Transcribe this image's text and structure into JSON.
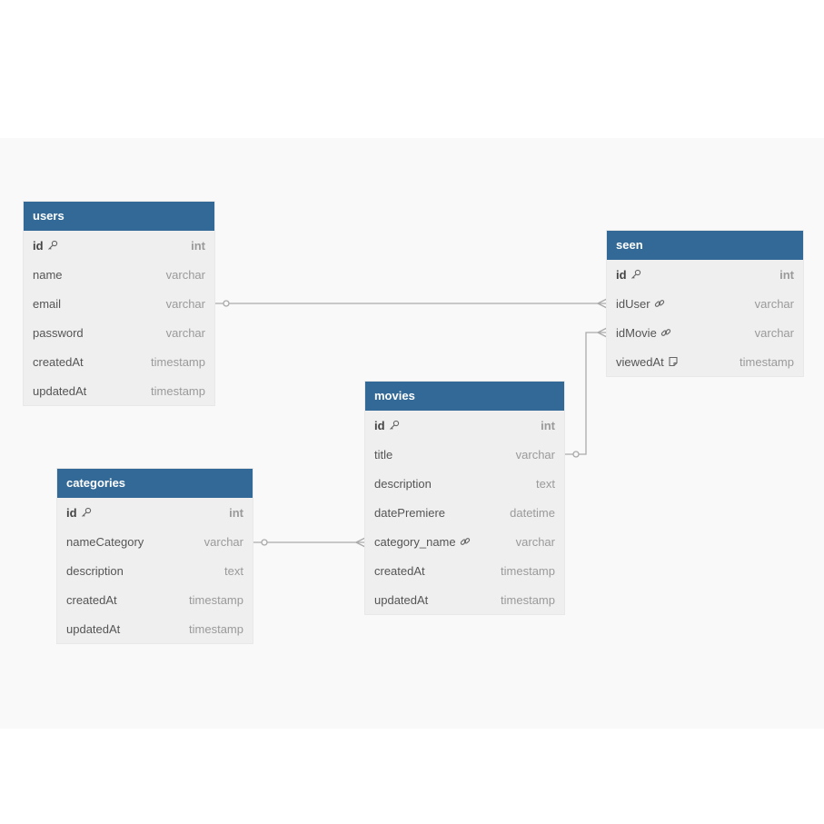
{
  "tables": {
    "users": {
      "title": "users",
      "columns": [
        {
          "name": "id",
          "type": "int",
          "icon": "key-icon"
        },
        {
          "name": "name",
          "type": "varchar"
        },
        {
          "name": "email",
          "type": "varchar"
        },
        {
          "name": "password",
          "type": "varchar"
        },
        {
          "name": "createdAt",
          "type": "timestamp"
        },
        {
          "name": "updatedAt",
          "type": "timestamp"
        }
      ]
    },
    "seen": {
      "title": "seen",
      "columns": [
        {
          "name": "id",
          "type": "int",
          "icon": "key-icon"
        },
        {
          "name": "idUser",
          "type": "varchar",
          "icon": "link-icon"
        },
        {
          "name": "idMovie",
          "type": "varchar",
          "icon": "link-icon"
        },
        {
          "name": "viewedAt",
          "type": "timestamp",
          "icon": "note-icon"
        }
      ]
    },
    "movies": {
      "title": "movies",
      "columns": [
        {
          "name": "id",
          "type": "int",
          "icon": "key-icon"
        },
        {
          "name": "title",
          "type": "varchar"
        },
        {
          "name": "description",
          "type": "text"
        },
        {
          "name": "datePremiere",
          "type": "datetime"
        },
        {
          "name": "category_name",
          "type": "varchar",
          "icon": "link-icon"
        },
        {
          "name": "createdAt",
          "type": "timestamp"
        },
        {
          "name": "updatedAt",
          "type": "timestamp"
        }
      ]
    },
    "categories": {
      "title": "categories",
      "columns": [
        {
          "name": "id",
          "type": "int",
          "icon": "key-icon"
        },
        {
          "name": "nameCategory",
          "type": "varchar"
        },
        {
          "name": "description",
          "type": "text"
        },
        {
          "name": "createdAt",
          "type": "timestamp"
        },
        {
          "name": "updatedAt",
          "type": "timestamp"
        }
      ]
    }
  },
  "relationships": [
    {
      "from": "users.email",
      "to": "seen.idUser",
      "cardinality": "one-to-many"
    },
    {
      "from": "movies.title",
      "to": "seen.idMovie",
      "cardinality": "one-to-many"
    },
    {
      "from": "categories.nameCategory",
      "to": "movies.category_name",
      "cardinality": "one-to-many"
    }
  ],
  "colors": {
    "header": "#326996",
    "table_bg": "#efefef",
    "canvas_bg": "#f9f9f9",
    "connector": "#aaaaaa"
  }
}
